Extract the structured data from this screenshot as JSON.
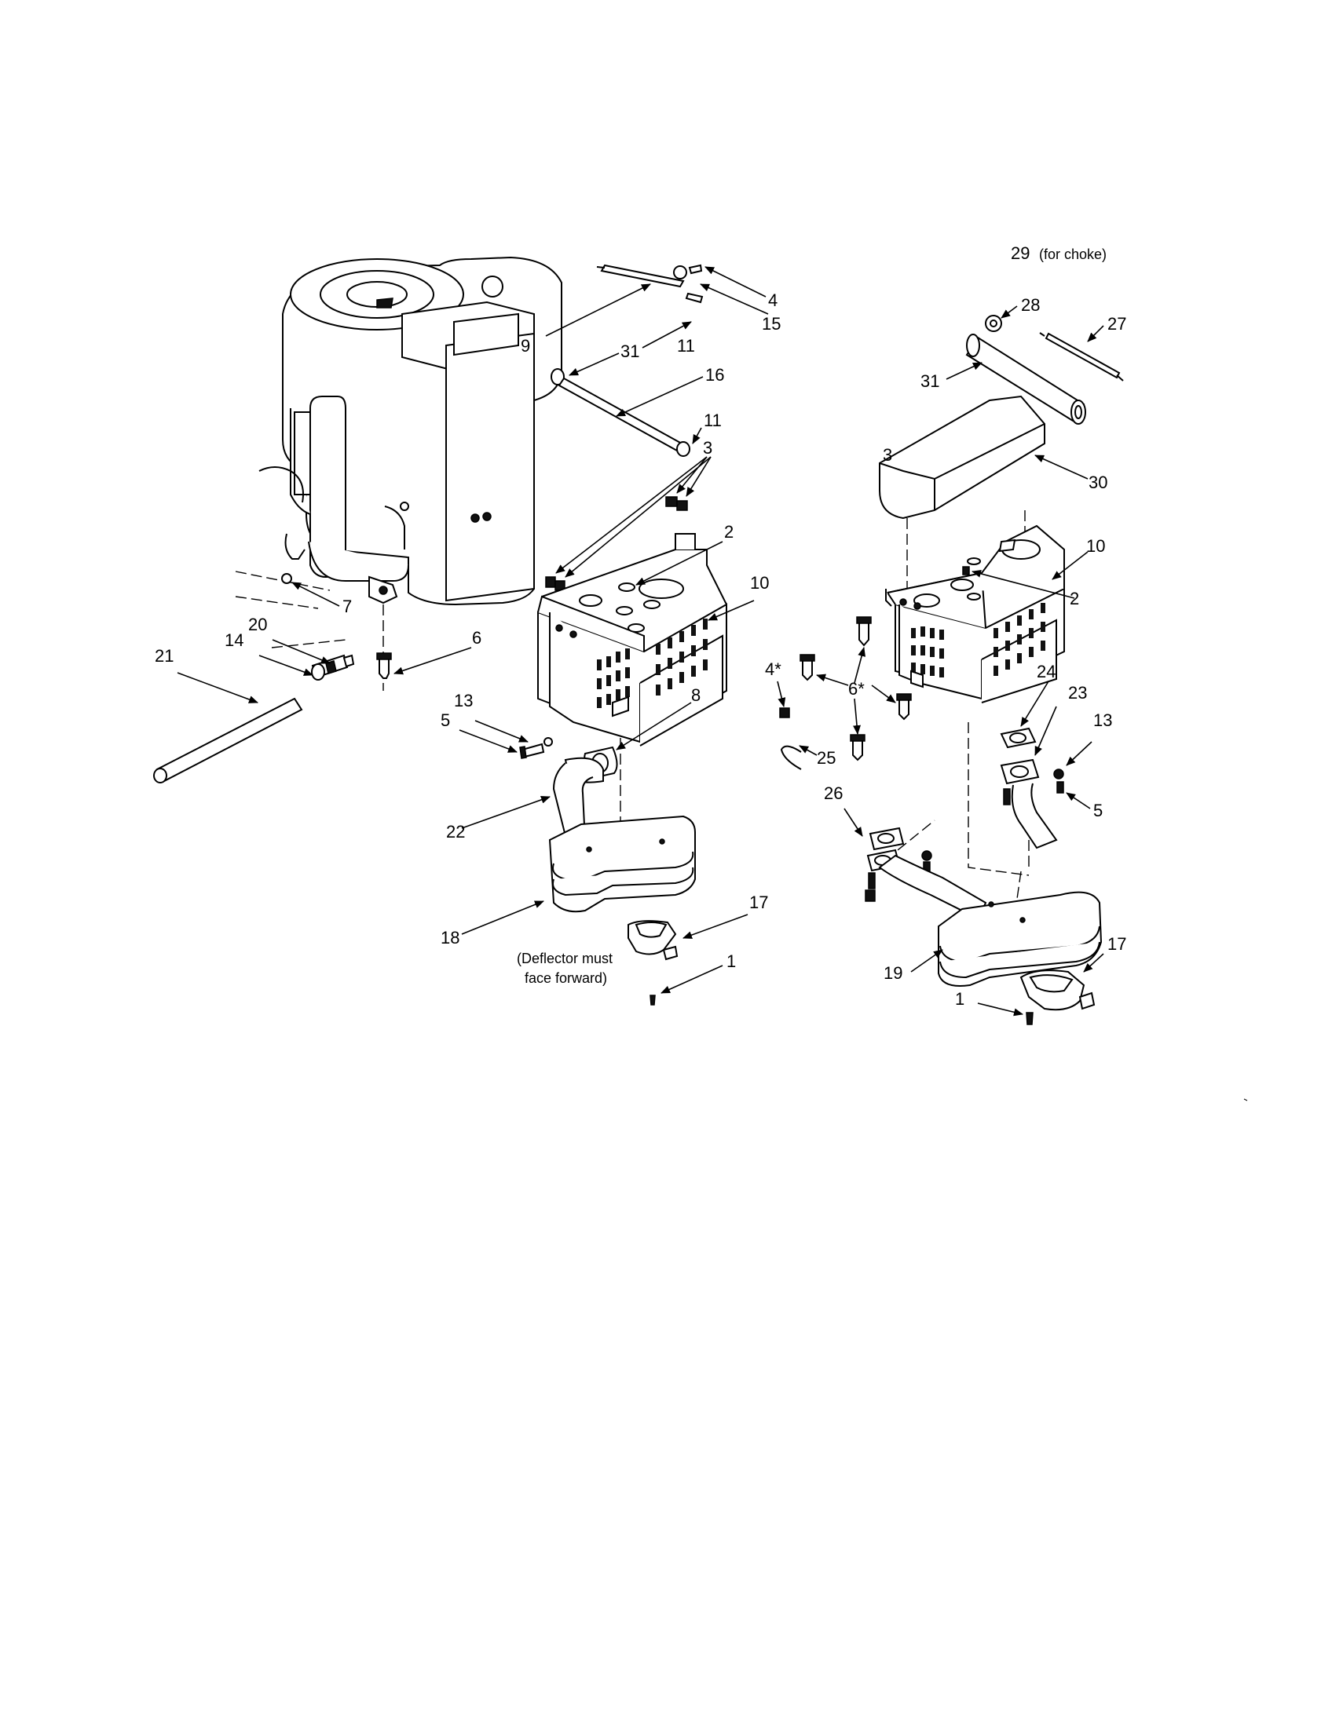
{
  "callouts": {
    "c4": "4",
    "c15": "15",
    "c9": "9",
    "c31a": "31",
    "c11a": "11",
    "c16": "16",
    "c11b": "11",
    "c3a": "3",
    "c2a": "2",
    "c10a": "10",
    "c7": "7",
    "c20": "20",
    "c14": "14",
    "c21": "21",
    "c6a": "6",
    "c8": "8",
    "c13a": "13",
    "c5a": "5",
    "c22": "22",
    "c18": "18",
    "c17a": "17",
    "c1a": "1",
    "c29": "29",
    "c28": "28",
    "c27": "27",
    "c31b": "31",
    "c30": "30",
    "c3b": "3",
    "c10b": "10",
    "c2b": "2",
    "c4star": "4*",
    "c6star": "6*",
    "c25": "25",
    "c24": "24",
    "c23": "23",
    "c13b": "13",
    "c5b": "5",
    "c26": "26",
    "c19": "19",
    "c17b": "17",
    "c1b": "1"
  },
  "notes": {
    "choke": "(for choke)",
    "deflector_line1": "(Deflector must",
    "deflector_line2": "face forward)"
  }
}
